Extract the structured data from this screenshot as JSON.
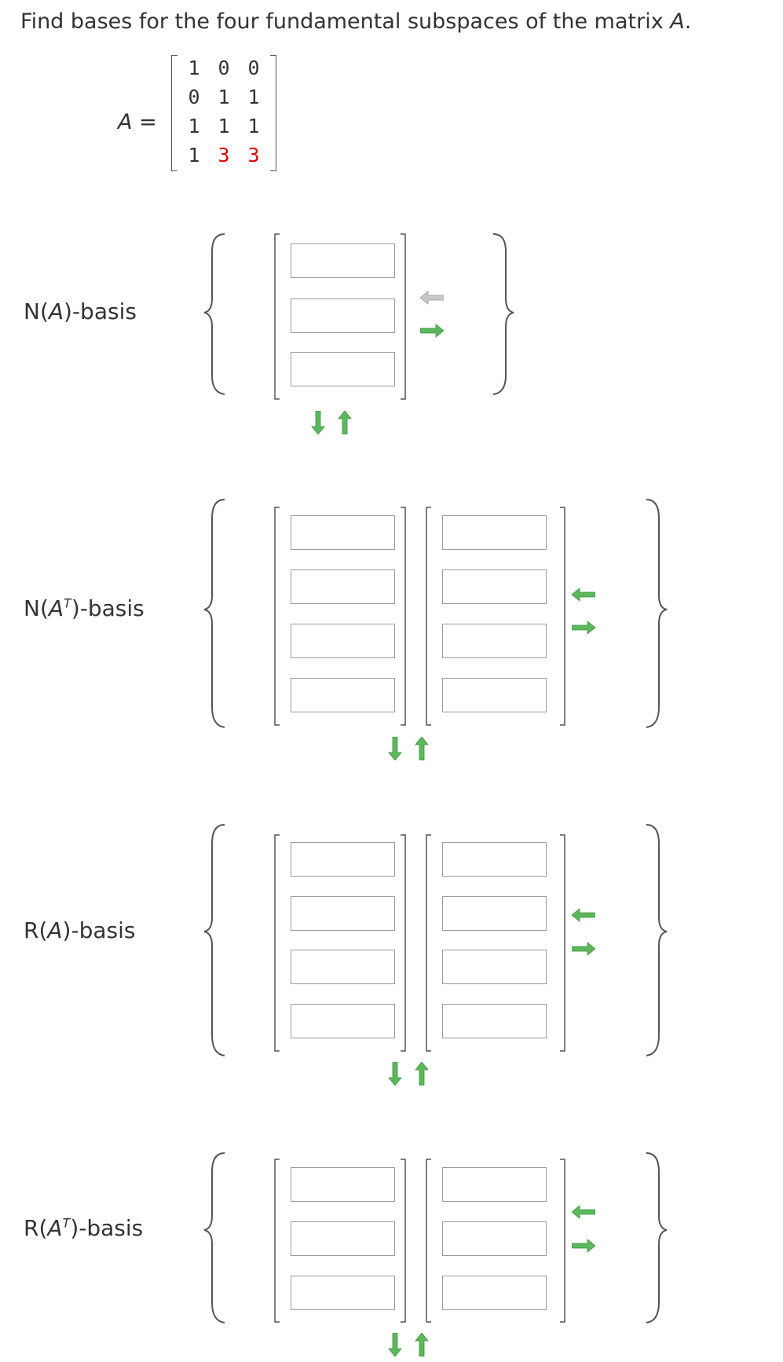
{
  "question": {
    "prefix": "Find bases for the four fundamental subspaces of the matrix ",
    "var": "A",
    "suffix": "."
  },
  "matrix": {
    "label": "A",
    "eq": "=",
    "rows": [
      [
        "1",
        "0",
        "0"
      ],
      [
        "0",
        "1",
        "1"
      ],
      [
        "1",
        "1",
        "1"
      ],
      [
        "1",
        "3",
        "3"
      ]
    ],
    "highlight": [
      [
        3,
        1
      ],
      [
        3,
        2
      ]
    ],
    "highlight_color": "#e00000"
  },
  "sections": [
    {
      "id": "na",
      "label_pre": "N(",
      "label_var": "A",
      "label_sup": "",
      "label_post": ")-basis",
      "vectors": 1,
      "entries": 3
    },
    {
      "id": "nat",
      "label_pre": "N(",
      "label_var": "A",
      "label_sup": "T",
      "label_post": ")-basis",
      "vectors": 2,
      "entries": 4
    },
    {
      "id": "ra",
      "label_pre": "R(",
      "label_var": "A",
      "label_sup": "",
      "label_post": ")-basis",
      "vectors": 2,
      "entries": 4
    },
    {
      "id": "rat",
      "label_pre": "R(",
      "label_var": "A",
      "label_sup": "T",
      "label_post": ")-basis",
      "vectors": 2,
      "entries": 3
    }
  ],
  "colors": {
    "arrow_active": "#5cb85c",
    "arrow_disabled": "#c8c8c8",
    "box_border": "#9a9a9a",
    "text": "#333333"
  },
  "icons": [
    "arrow-left-icon",
    "arrow-right-icon",
    "arrow-down-icon",
    "arrow-up-icon"
  ]
}
